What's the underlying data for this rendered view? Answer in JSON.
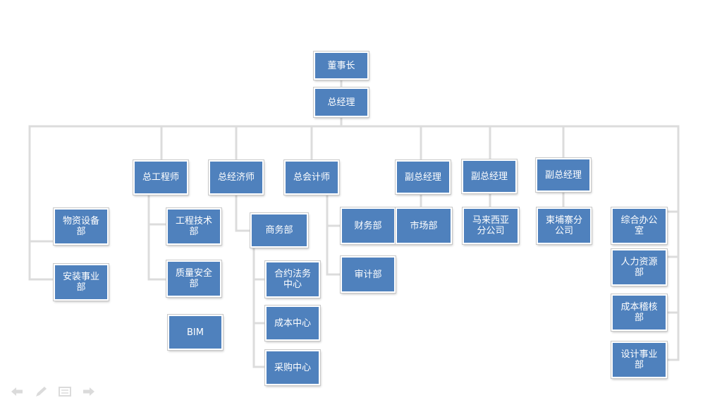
{
  "org": {
    "chairman": "董事长",
    "gm": "总经理",
    "chief_engineer": "总工程师",
    "chief_economist": "总经济师",
    "chief_accountant": "总会计师",
    "vgm1": "副总经理",
    "vgm2": "副总经理",
    "vgm3": "副总经理",
    "materials_dept": "物资设备\n部",
    "install_dept": "安装事业\n部",
    "eng_tech_dept": "工程技术\n部",
    "quality_dept": "质量安全\n部",
    "bim": "BIM",
    "business_dept": "商务部",
    "legal_center": "合约法务\n中心",
    "cost_center": "成本中心",
    "purchase_center": "采购中心",
    "finance_dept": "财务部",
    "audit_dept": "审计部",
    "market_dept": "市场部",
    "malaysia_branch": "马来西亚\n分公司",
    "cambodia_branch": "柬埔寨分\n公司",
    "general_office": "综合办公\n室",
    "hr_dept": "人力资源\n部",
    "cost_audit_dept": "成本稽核\n部",
    "design_dept": "设计事业\n部"
  },
  "nav": {
    "prev_icon": "arrow-left-icon",
    "pen_icon": "pen-icon",
    "menu_icon": "slide-menu-icon",
    "next_icon": "arrow-right-icon"
  }
}
